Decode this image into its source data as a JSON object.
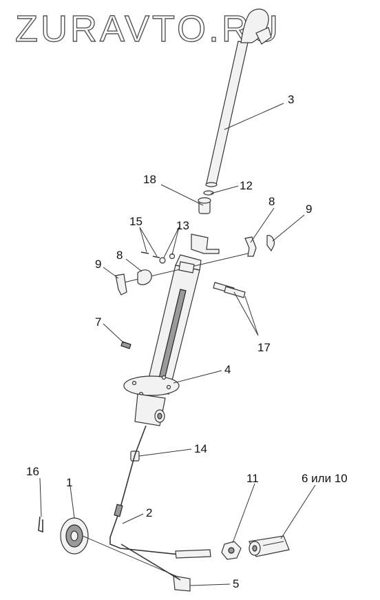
{
  "brand": {
    "text": "ZURAVTO.RU"
  },
  "callouts": [
    {
      "id": "3",
      "text": "3"
    },
    {
      "id": "18",
      "text": "18"
    },
    {
      "id": "12",
      "text": "12"
    },
    {
      "id": "8a",
      "text": "8"
    },
    {
      "id": "9a",
      "text": "9"
    },
    {
      "id": "15",
      "text": "15"
    },
    {
      "id": "13",
      "text": "13"
    },
    {
      "id": "9b",
      "text": "9"
    },
    {
      "id": "8b",
      "text": "8"
    },
    {
      "id": "7",
      "text": "7"
    },
    {
      "id": "17",
      "text": "17"
    },
    {
      "id": "4",
      "text": "4"
    },
    {
      "id": "14",
      "text": "14"
    },
    {
      "id": "16",
      "text": "16"
    },
    {
      "id": "1",
      "text": "1"
    },
    {
      "id": "11",
      "text": "11"
    },
    {
      "id": "6or10",
      "text": "6 или 10"
    },
    {
      "id": "2",
      "text": "2"
    },
    {
      "id": "5",
      "text": "5"
    }
  ]
}
